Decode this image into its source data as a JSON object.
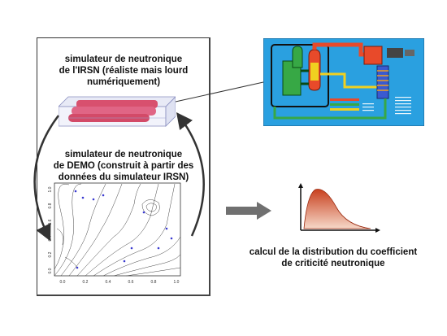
{
  "left_panel": {
    "title1_line1": "simulateur de neutronique",
    "title1_line2": "de l'IRSN (réaliste mais lourd",
    "title1_line3": "numériquement)",
    "title2_line1": "simulateur de neutronique",
    "title2_line2": "de DEMO (construit à partir des",
    "title2_line3": "données du simulateur IRSN)"
  },
  "contour_axes": {
    "x_ticks": [
      "0.0",
      "0.2",
      "0.4",
      "0.6",
      "0.8",
      "1.0"
    ],
    "y_ticks": [
      "0.0",
      "0.2",
      "0.4",
      "0.6",
      "0.8",
      "1.0"
    ]
  },
  "result": {
    "line1": "calcul de la distribution du coefficient",
    "line2": "de criticité neutronique"
  },
  "colors": {
    "plant_bg": "#2aa0e0",
    "rod_fill": "#e06080",
    "dist_fill": "#d85a28",
    "arrow_gray": "#707070",
    "point_blue": "#3a3ad0"
  }
}
